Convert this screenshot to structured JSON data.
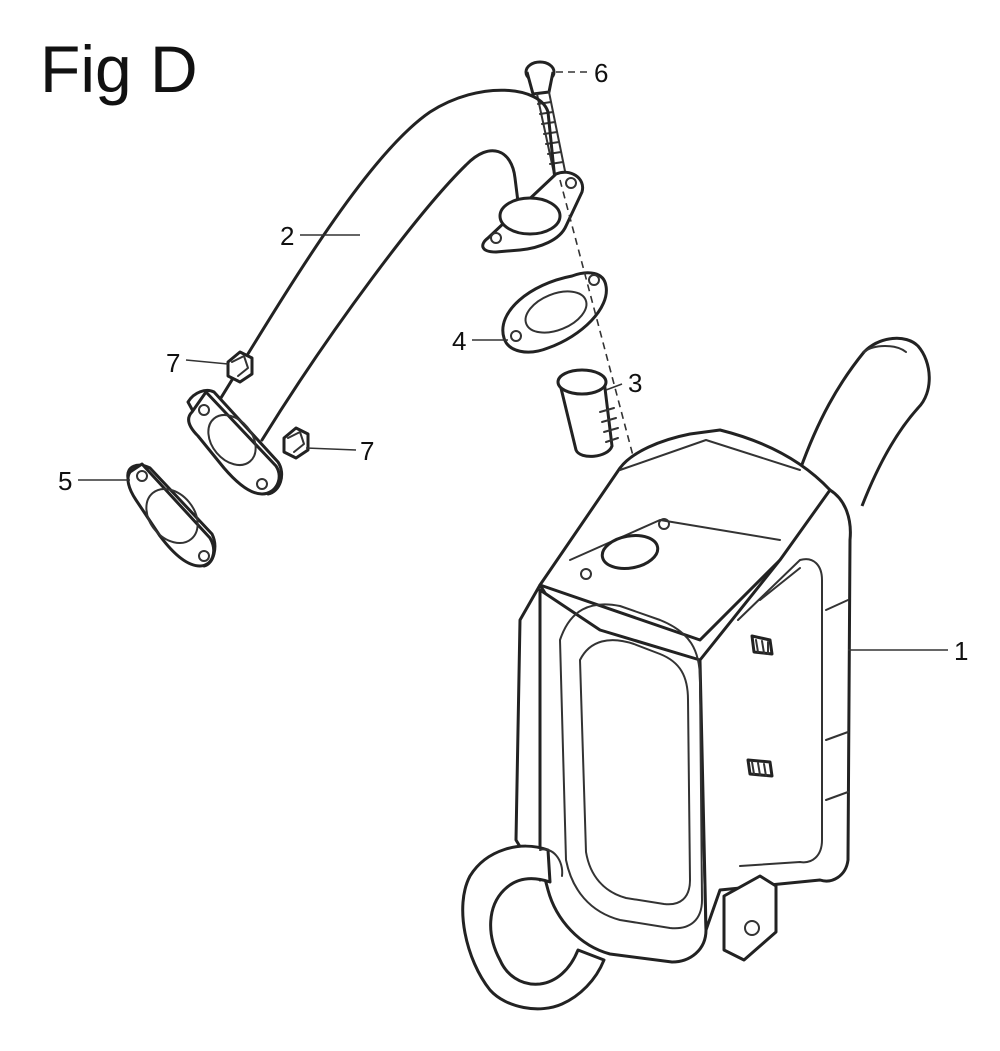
{
  "figure": {
    "title": "Fig D"
  },
  "callouts": {
    "c1": "1",
    "c2": "2",
    "c3": "3",
    "c4": "4",
    "c5": "5",
    "c6": "6",
    "c7a": "7",
    "c7b": "7"
  },
  "style": {
    "line_color": "#222222",
    "background": "#ffffff"
  }
}
